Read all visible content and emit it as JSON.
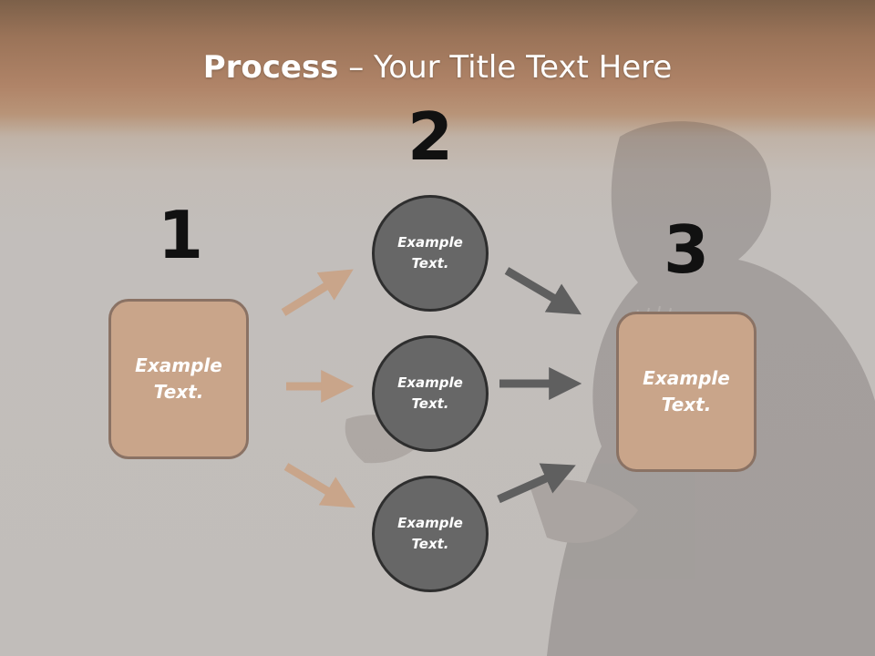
{
  "slide": {
    "title_bold": "Process",
    "title_rest": " – Your Title Text Here"
  },
  "steps": [
    {
      "number": "1",
      "label": "Example\nText."
    },
    {
      "number": "2",
      "label": "Example\nText."
    },
    {
      "number": "3",
      "label": "Example\nText."
    }
  ],
  "circles": [
    {
      "label": "Example\nText."
    },
    {
      "label": "Example\nText."
    },
    {
      "label": "Example\nText."
    }
  ],
  "colors": {
    "box_fill": "#c9a58a",
    "box_border": "#8a7264",
    "circle_fill": "#676767",
    "circle_border": "#2e2e2e",
    "arrow_left": "#c9a58a",
    "arrow_right": "#5f5f5f"
  }
}
